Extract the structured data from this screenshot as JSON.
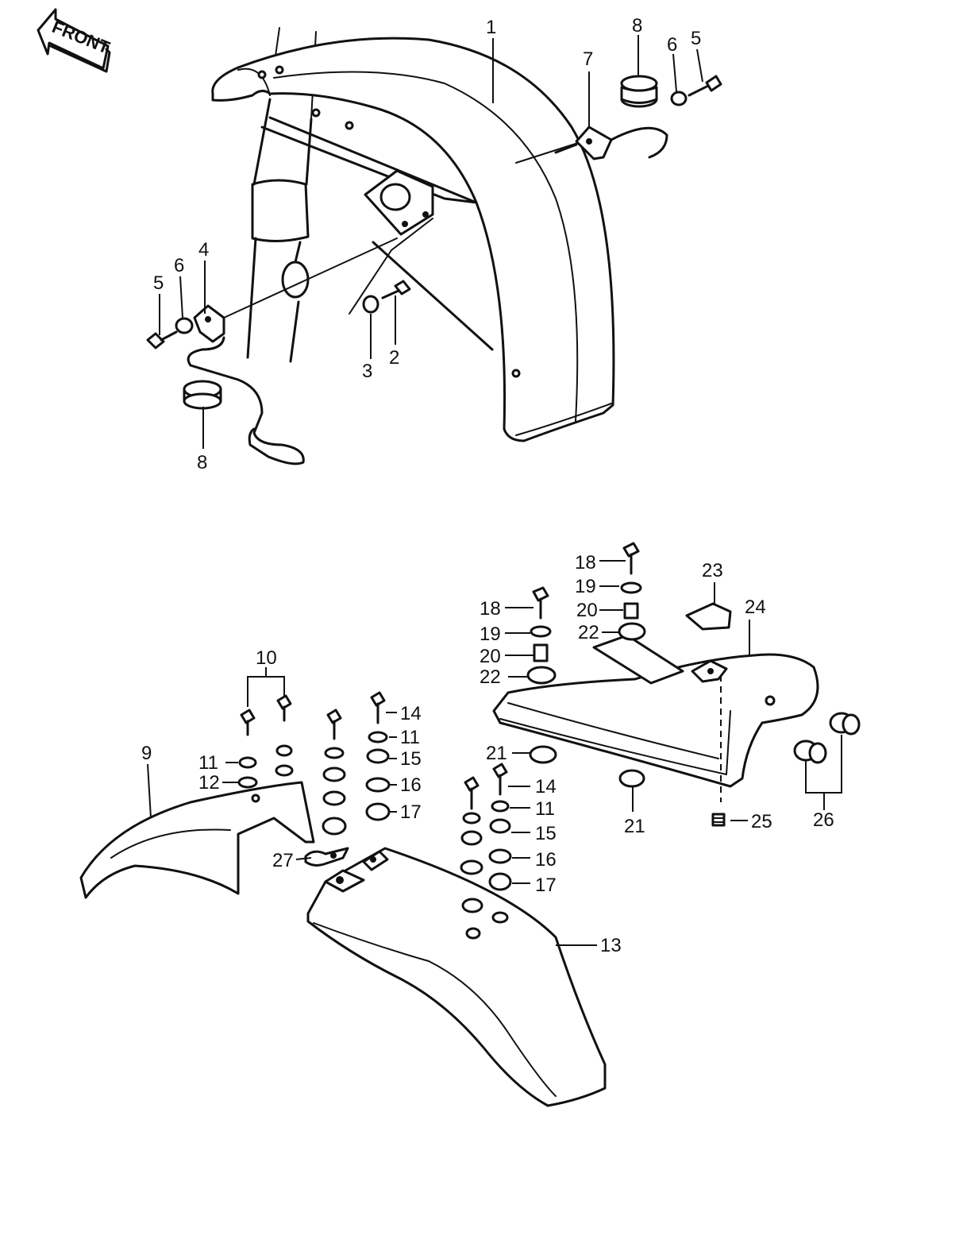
{
  "orientation_label": "FRONT",
  "callouts": {
    "c1": "1",
    "c2": "2",
    "c3": "3",
    "c4": "4",
    "c5a": "5",
    "c5b": "5",
    "c6a": "6",
    "c6b": "6",
    "c7": "7",
    "c8a": "8",
    "c8b": "8",
    "c9": "9",
    "c10": "10",
    "c11a": "11",
    "c11b": "11",
    "c11c": "11",
    "c12": "12",
    "c13": "13",
    "c14a": "14",
    "c14b": "14",
    "c15a": "15",
    "c15b": "15",
    "c16a": "16",
    "c16b": "16",
    "c17a": "17",
    "c17b": "17",
    "c18a": "18",
    "c18b": "18",
    "c19a": "19",
    "c19b": "19",
    "c20a": "20",
    "c20b": "20",
    "c21a": "21",
    "c21b": "21",
    "c22a": "22",
    "c22b": "22",
    "c23": "23",
    "c24": "24",
    "c25": "25",
    "c26": "26",
    "c27": "27"
  }
}
